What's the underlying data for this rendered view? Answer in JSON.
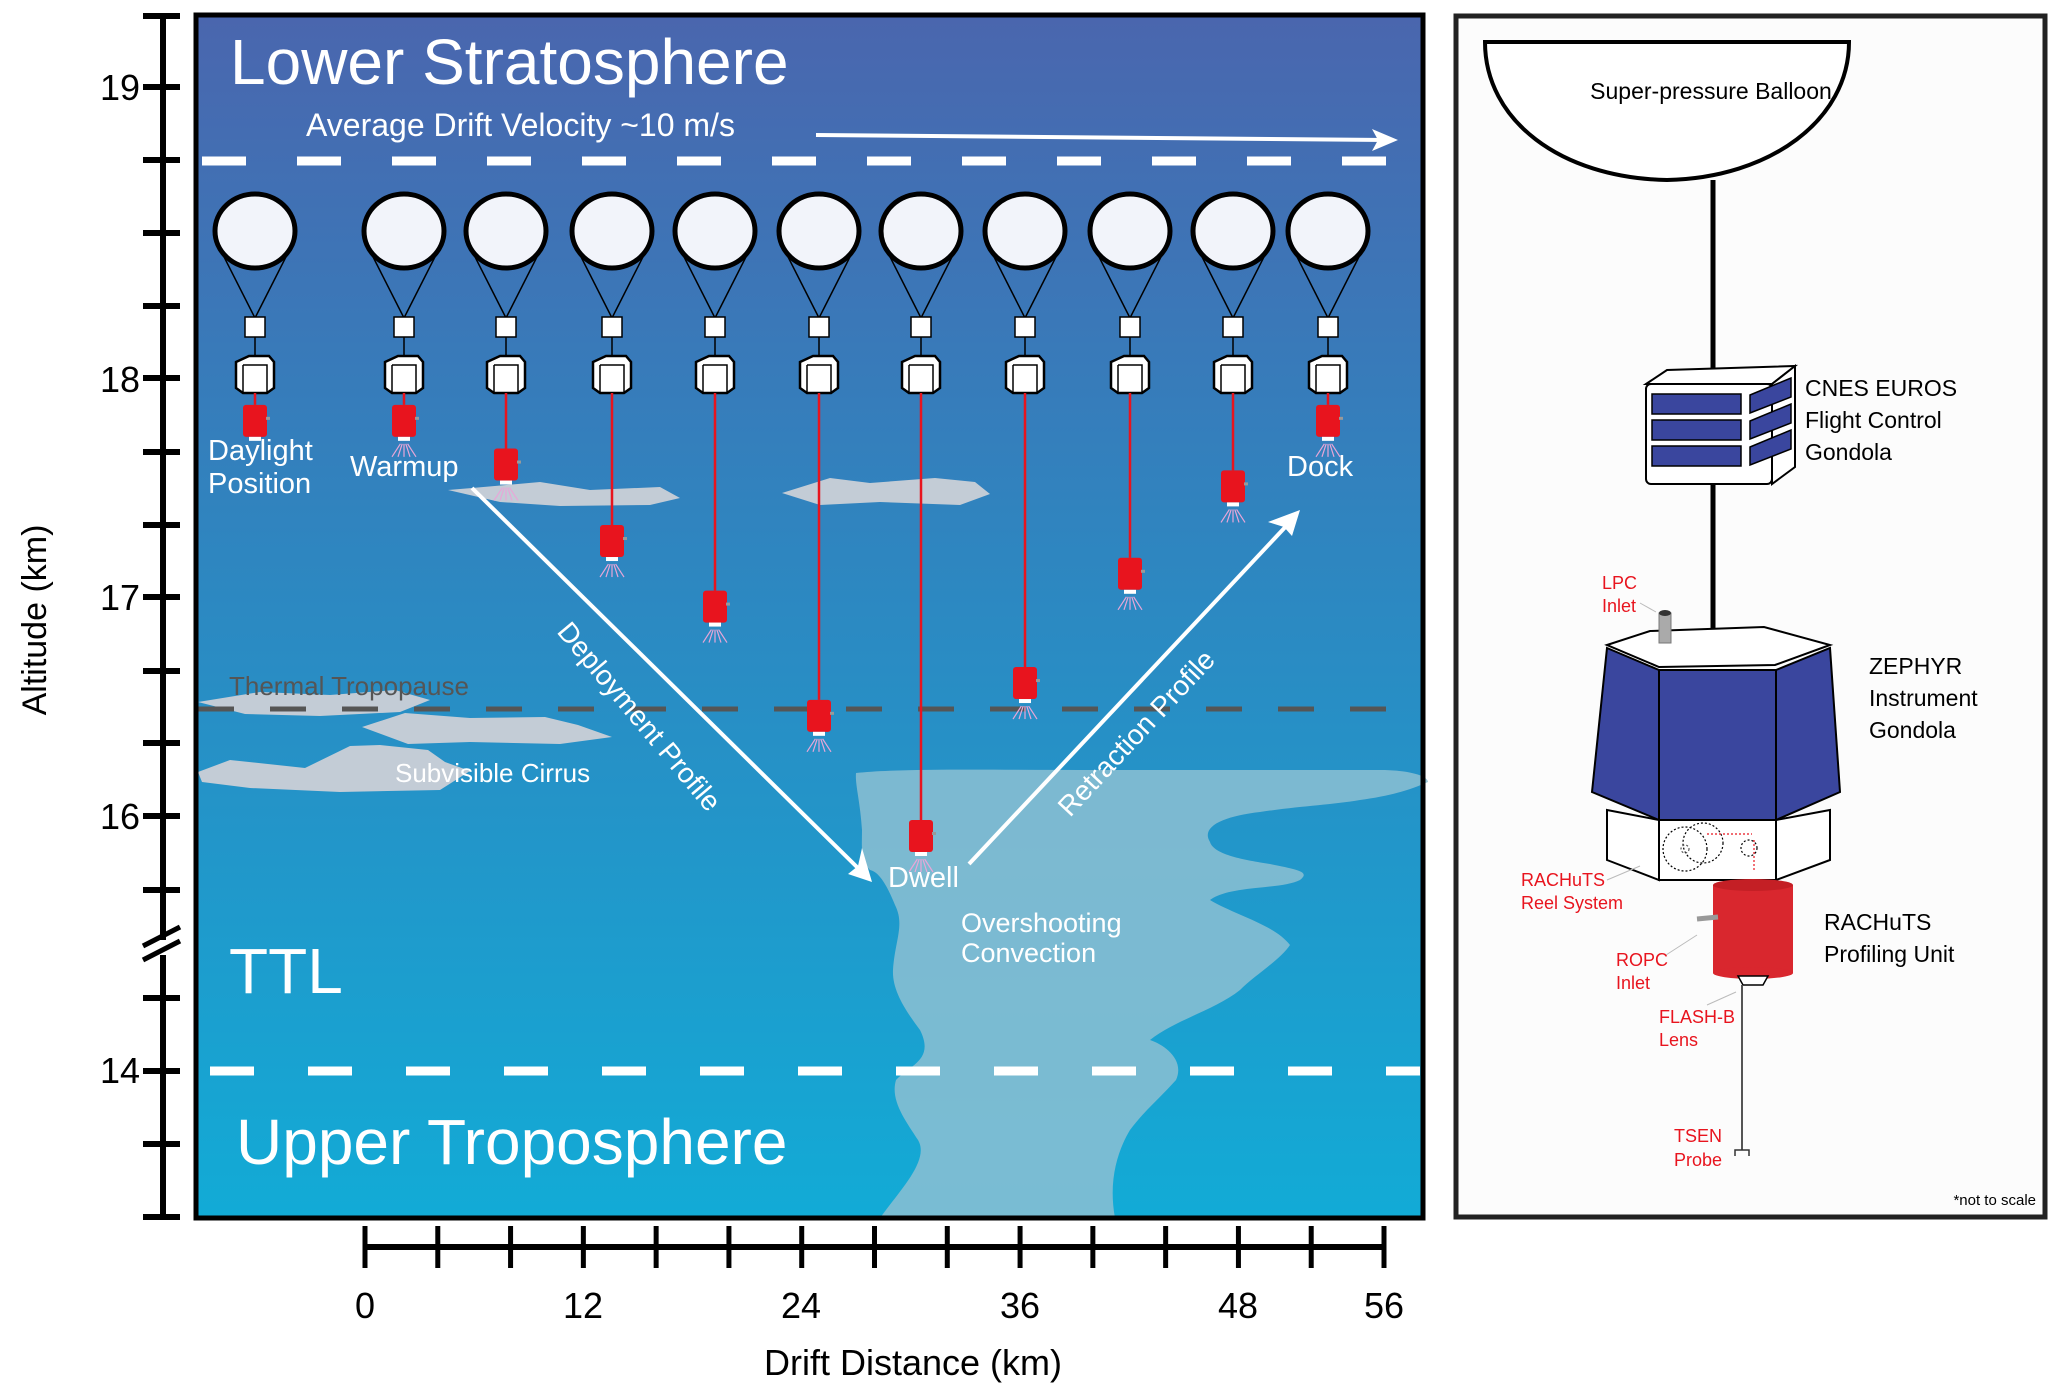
{
  "colors": {
    "sky_top": "#4A66AE",
    "sky_mid": "#2E86C0",
    "sky_bottom": "#12ABD6",
    "cloud": "#C3CCD6",
    "convection": "#8CBFD2",
    "profiler_red": "#E8141E",
    "gondola_blue": "#3A469E",
    "label_red": "#E8141E",
    "tropopause_dash": "#555555"
  },
  "left_panel": {
    "title_top": "Lower Stratosphere",
    "drift_label": "Average Drift Velocity ~10 m/s",
    "ttl_label": "TTL",
    "title_bottom": "Upper Troposphere",
    "tropopause_label": "Thermal Tropopause",
    "cirrus_label": "Subvisible Cirrus",
    "convection_label_1": "Overshooting",
    "convection_label_2": "Convection",
    "deployment_label": "Deployment Profile",
    "retraction_label": "Retraction Profile",
    "stage_labels": {
      "daylight_1": "Daylight",
      "daylight_2": "Position",
      "warmup": "Warmup",
      "dwell": "Dwell",
      "dock": "Dock"
    }
  },
  "chart_data": {
    "type": "diagram",
    "ylabel": "Altitude (km)",
    "xlabel": "Drift Distance (km)",
    "y_tick_labels": [
      "19",
      "18",
      "17",
      "16",
      "14"
    ],
    "y_axis_break": "between 16 and 14 km",
    "x_tick_labels": [
      "0",
      "12",
      "24",
      "36",
      "48",
      "56"
    ],
    "x_range": [
      0,
      56
    ],
    "x_minor_tick_step": 4,
    "reference_levels_km": {
      "stratosphere_boundary": 18.8,
      "thermal_tropopause": 16.5,
      "ttl_bottom": 14.0
    },
    "profiler_sequence": [
      {
        "stage": "Daylight Position",
        "profiler_alt_km": 17.9
      },
      {
        "stage": "Warmup",
        "profiler_alt_km": 17.9
      },
      {
        "stage": "Deployment",
        "profiler_alt_km": 17.7
      },
      {
        "stage": "Deployment",
        "profiler_alt_km": 17.35
      },
      {
        "stage": "Deployment",
        "profiler_alt_km": 17.05
      },
      {
        "stage": "Deployment",
        "profiler_alt_km": 16.55
      },
      {
        "stage": "Dwell",
        "profiler_alt_km": 16.0
      },
      {
        "stage": "Retraction",
        "profiler_alt_km": 16.7
      },
      {
        "stage": "Retraction",
        "profiler_alt_km": 17.2
      },
      {
        "stage": "Retraction",
        "profiler_alt_km": 17.6
      },
      {
        "stage": "Dock",
        "profiler_alt_km": 17.9
      }
    ]
  },
  "right_panel": {
    "balloon_label": "Super-pressure Balloon",
    "cnes_label_1": "CNES EUROS",
    "cnes_label_2": "Flight Control",
    "cnes_label_3": "Gondola",
    "zephyr_label_1": "ZEPHYR",
    "zephyr_label_2": "Instrument",
    "zephyr_label_3": "Gondola",
    "rachuts_label_1": "RACHuTS",
    "rachuts_label_2": "Profiling Unit",
    "lpc_1": "LPC",
    "lpc_2": "Inlet",
    "reel_1": "RACHuTS",
    "reel_2": "Reel System",
    "ropc_1": "ROPC",
    "ropc_2": "Inlet",
    "flash_1": "FLASH-B",
    "flash_2": "Lens",
    "tsen_1": "TSEN",
    "tsen_2": "Probe",
    "note": "*not to scale"
  }
}
